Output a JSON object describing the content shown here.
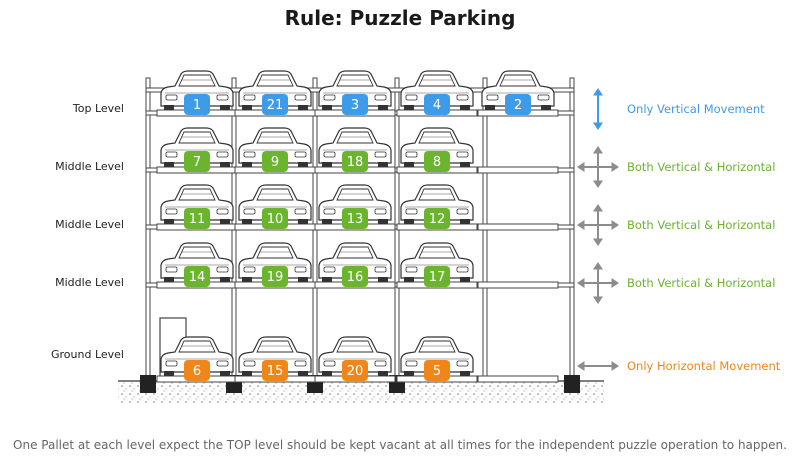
{
  "title": "Rule: Puzzle Parking",
  "caption": "One Pallet at each level expect the TOP level should be kept vacant at all times for the independent puzzle operation to happen.",
  "colors": {
    "vertical": "#3d9be9",
    "both": "#6ab42e",
    "horizontal": "#f0861a",
    "structure": "#444444",
    "arrow": "#8c8c8c"
  },
  "levels": [
    {
      "label": "Top Level",
      "movement": "Only Vertical Movement",
      "movement_kind": "vertical",
      "arrow_icon": "vertical-arrow-icon",
      "slots": [
        "1",
        "21",
        "3",
        "4",
        "2"
      ]
    },
    {
      "label": "Middle Level",
      "movement": "Both Vertical & Horizontal",
      "movement_kind": "both",
      "arrow_icon": "four-way-arrow-icon",
      "slots": [
        "7",
        "9",
        "18",
        "8",
        ""
      ]
    },
    {
      "label": "Middle Level",
      "movement": "Both Vertical & Horizontal",
      "movement_kind": "both",
      "arrow_icon": "four-way-arrow-icon",
      "slots": [
        "11",
        "10",
        "13",
        "12",
        ""
      ]
    },
    {
      "label": "Middle Level",
      "movement": "Both Vertical & Horizontal",
      "movement_kind": "both",
      "arrow_icon": "four-way-arrow-icon",
      "slots": [
        "14",
        "19",
        "16",
        "17",
        ""
      ]
    },
    {
      "label": "Ground Level",
      "movement": "Only Horizontal Movement",
      "movement_kind": "horizontal",
      "arrow_icon": "horizontal-arrow-icon",
      "slots": [
        "6",
        "15",
        "20",
        "5",
        ""
      ]
    }
  ]
}
